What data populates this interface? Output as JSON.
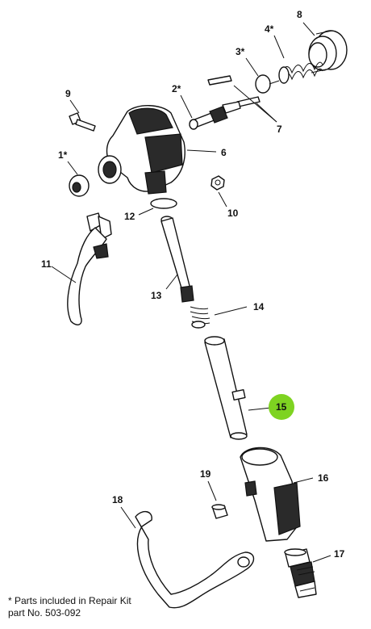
{
  "callouts": {
    "c1": "1*",
    "c2": "2*",
    "c3": "3*",
    "c4": "4*",
    "c6": "6",
    "c7": "7",
    "c8": "8",
    "c9": "9",
    "c10": "10",
    "c11": "11",
    "c12": "12",
    "c13": "13",
    "c14": "14",
    "c15": "15",
    "c16": "16",
    "c17": "17",
    "c18": "18",
    "c19": "19"
  },
  "highlight_color": "#7ed321",
  "footnote": {
    "line1": "* Parts included in Repair Kit",
    "line2": "part No. 503-092"
  }
}
